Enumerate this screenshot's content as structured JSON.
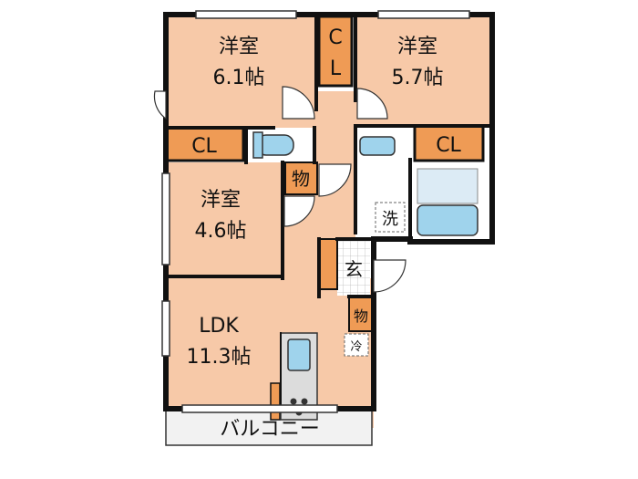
{
  "rooms": {
    "west_bedroom": {
      "name": "洋室",
      "size": "6.1帖"
    },
    "east_bedroom": {
      "name": "洋室",
      "size": "5.7帖"
    },
    "mid_bedroom": {
      "name": "洋室",
      "size": "4.6帖"
    },
    "ldk": {
      "name": "LDK",
      "size": "11.3帖"
    }
  },
  "closets": {
    "top_cl_c": "C",
    "top_cl_l": "L",
    "left_cl": "CL",
    "right_cl": "CL"
  },
  "storage": {
    "upper": "物",
    "lower": "物"
  },
  "labels": {
    "genkan": "玄",
    "washer": "洗",
    "fridge": "冷",
    "balcony": "バルコニー"
  },
  "colors": {
    "floor": "#f7c9a8",
    "closet": "#ef9b55",
    "wall": "#111111",
    "wet": "#ffffff",
    "fixture": "#9fd3ec",
    "tile": "#dcdcdc",
    "balcony": "#f2f2f2"
  }
}
